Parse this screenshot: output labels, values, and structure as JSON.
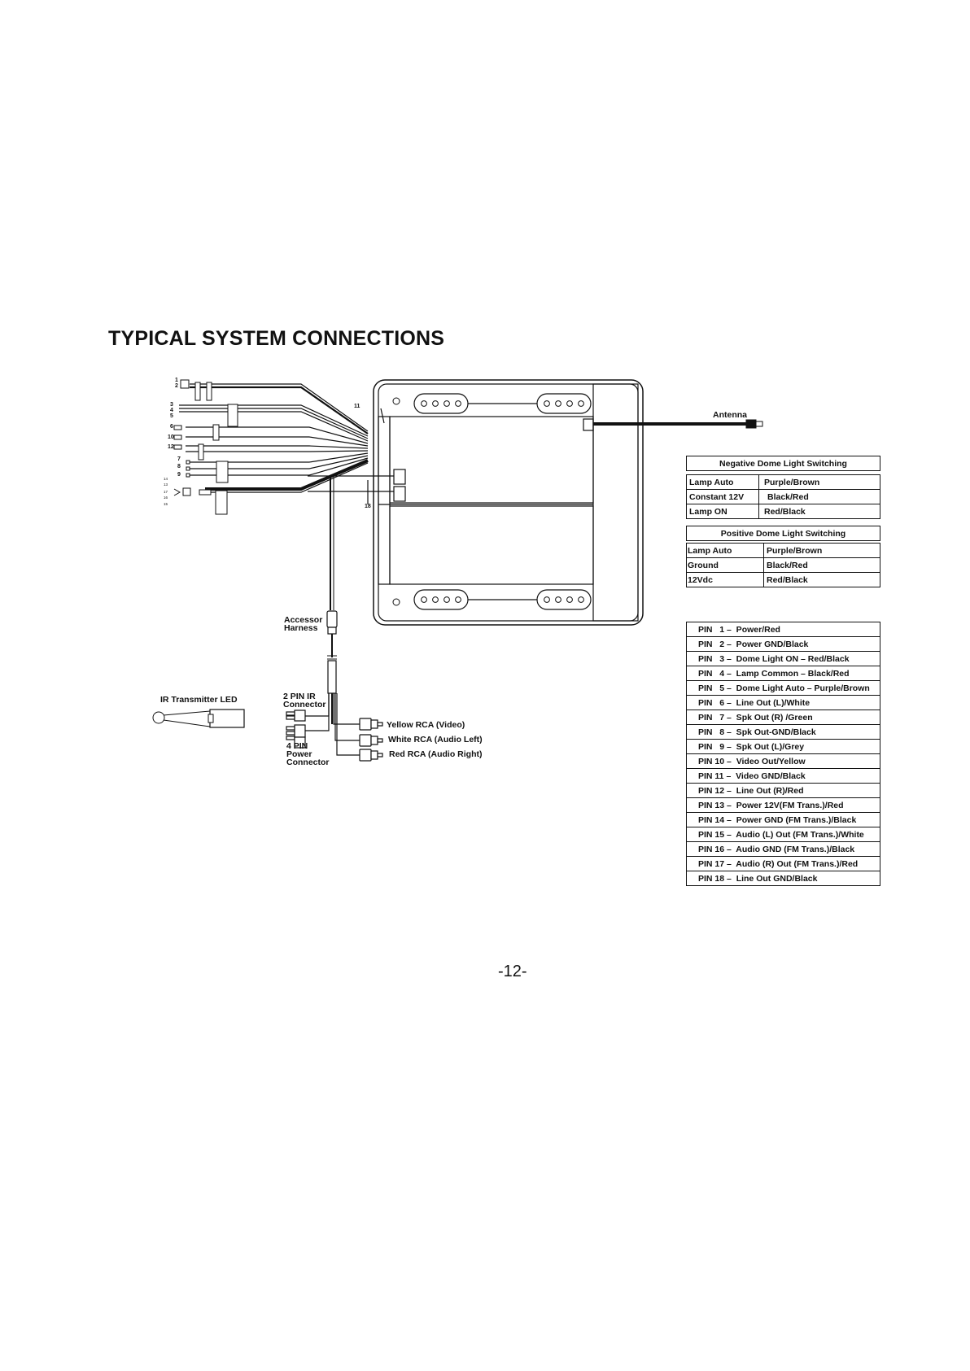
{
  "page": {
    "title": "TYPICAL SYSTEM CONNECTIONS",
    "page_number": "-12-"
  },
  "diagram": {
    "labels": {
      "antenna": "Antenna",
      "accessory_harness": [
        "Accessor",
        "Harness"
      ],
      "ir_transmitter": "IR Transmitter LED",
      "two_pin_ir": [
        "2 PIN IR",
        "Connector"
      ],
      "four_pin_power": [
        "4 PIN",
        "Power",
        "Connector"
      ],
      "rca_yellow": "Yellow RCA (Video)",
      "rca_white": "White RCA (Audio Left)",
      "rca_red": "Red RCA (Audio Right)"
    },
    "wire_numbers": [
      "1",
      "2",
      "3",
      "4",
      "5",
      "6",
      "10",
      "12",
      "7",
      "8",
      "9",
      "11",
      "18"
    ],
    "fm_numbers": [
      "14",
      "13",
      "17",
      "16",
      "15"
    ]
  },
  "negative_dome": {
    "header": "Negative Dome Light Switching",
    "rows": [
      {
        "label": "Lamp Auto",
        "value": "Purple/Brown"
      },
      {
        "label": "Constant 12V",
        "value": "Black/Red"
      },
      {
        "label": "Lamp ON",
        "value": "Red/Black"
      }
    ]
  },
  "positive_dome": {
    "header": "Positive Dome Light Switching",
    "rows": [
      {
        "label": "Lamp Auto",
        "value": "Purple/Brown"
      },
      {
        "label": "Ground",
        "value": "Black/Red"
      },
      {
        "label": "12Vdc",
        "value": "Red/Black"
      }
    ]
  },
  "pin_table": [
    "PIN   1 –  Power/Red",
    "PIN   2 –  Power GND/Black",
    "PIN   3 –  Dome Light ON – Red/Black",
    "PIN   4 –  Lamp Common – Black/Red",
    "PIN   5 –  Dome Light Auto – Purple/Brown",
    "PIN   6 –  Line Out (L)/White",
    "PIN   7 –  Spk Out (R) /Green",
    "PIN   8 –  Spk Out-GND/Black",
    "PIN   9 –  Spk Out (L)/Grey",
    "PIN 10 –  Video Out/Yellow",
    "PIN 11 –  Video GND/Black",
    "PIN 12 –  Line Out (R)/Red",
    "PIN 13 –  Power 12V(FM Trans.)/Red",
    "PIN 14 –  Power GND (FM Trans.)/Black",
    "PIN 15 –  Audio (L) Out (FM Trans.)/White",
    "PIN 16 –  Audio GND (FM Trans.)/Black",
    "PIN 17 –  Audio (R) Out (FM Trans.)/Red",
    "PIN 18 –  Line Out GND/Black"
  ]
}
